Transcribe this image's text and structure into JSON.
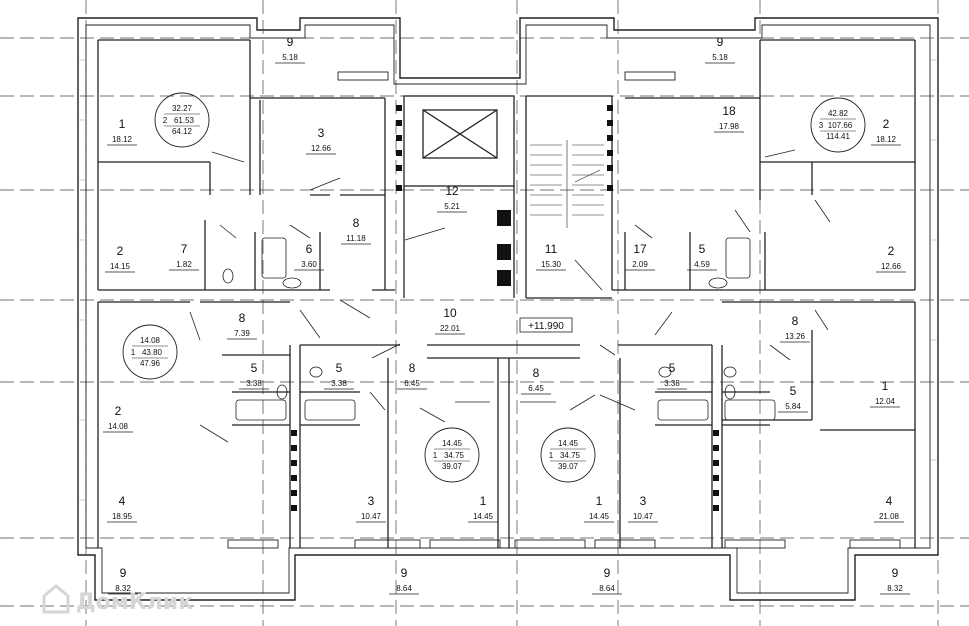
{
  "elevation_mark": "+11.990",
  "watermark": "ДомКлик",
  "rooms": [
    {
      "id": "r9-tl",
      "num": "9",
      "area": "5.18"
    },
    {
      "id": "r9-tr",
      "num": "9",
      "area": "5.18"
    },
    {
      "id": "r1-a",
      "num": "1",
      "area": "18.12"
    },
    {
      "id": "r3-a",
      "num": "3",
      "area": "12.66"
    },
    {
      "id": "r18-b",
      "num": "18",
      "area": "17.98"
    },
    {
      "id": "r2-b",
      "num": "2",
      "area": "18.12"
    },
    {
      "id": "r12",
      "num": "12",
      "area": "5.21"
    },
    {
      "id": "r8-a",
      "num": "8",
      "area": "11.18"
    },
    {
      "id": "r2-a",
      "num": "2",
      "area": "14.15"
    },
    {
      "id": "r7-a",
      "num": "7",
      "area": "1.82"
    },
    {
      "id": "r6-a",
      "num": "6",
      "area": "3.60"
    },
    {
      "id": "r11",
      "num": "11",
      "area": "15.30"
    },
    {
      "id": "r17-b",
      "num": "17",
      "area": "2.09"
    },
    {
      "id": "r5-b",
      "num": "5",
      "area": "4.59"
    },
    {
      "id": "r2-b2",
      "num": "2",
      "area": "12.66"
    },
    {
      "id": "r10",
      "num": "10",
      "area": "22.01"
    },
    {
      "id": "r8-c",
      "num": "8",
      "area": "7.39"
    },
    {
      "id": "r8-g",
      "num": "8",
      "area": "13.26"
    },
    {
      "id": "r5-c1",
      "num": "5",
      "area": "3.38"
    },
    {
      "id": "r5-c2",
      "num": "5",
      "area": "3.38"
    },
    {
      "id": "r8-d",
      "num": "8",
      "area": "6.45"
    },
    {
      "id": "r8-e",
      "num": "8",
      "area": "6.45"
    },
    {
      "id": "r5-f",
      "num": "5",
      "area": "3.38"
    },
    {
      "id": "r5-g",
      "num": "5",
      "area": "5.84"
    },
    {
      "id": "r2-c",
      "num": "2",
      "area": "14.08"
    },
    {
      "id": "r1-g",
      "num": "1",
      "area": "12.04"
    },
    {
      "id": "r4-c",
      "num": "4",
      "area": "18.95"
    },
    {
      "id": "r3-d",
      "num": "3",
      "area": "10.47"
    },
    {
      "id": "r1-d",
      "num": "1",
      "area": "14.45"
    },
    {
      "id": "r1-e",
      "num": "1",
      "area": "14.45"
    },
    {
      "id": "r3-e",
      "num": "3",
      "area": "10.47"
    },
    {
      "id": "r4-g",
      "num": "4",
      "area": "21.08"
    },
    {
      "id": "r9-b1",
      "num": "9",
      "area": "8.32"
    },
    {
      "id": "r9-b2",
      "num": "9",
      "area": "8.64"
    },
    {
      "id": "r9-b3",
      "num": "9",
      "area": "8.64"
    },
    {
      "id": "r9-b4",
      "num": "9",
      "area": "8.32"
    }
  ],
  "apartments": [
    {
      "id": "apt-a",
      "rooms": "2",
      "living": "32.27",
      "total": "61.53",
      "total_b": "64.12"
    },
    {
      "id": "apt-b",
      "rooms": "3",
      "living": "42.82",
      "total": "107.66",
      "total_b": "114.41"
    },
    {
      "id": "apt-c",
      "rooms": "1",
      "living": "14.08",
      "total": "43.80",
      "total_b": "47.96"
    },
    {
      "id": "apt-d",
      "rooms": "1",
      "living": "14.45",
      "total": "34.75",
      "total_b": "39.07"
    },
    {
      "id": "apt-e",
      "rooms": "1",
      "living": "14.45",
      "total": "34.75",
      "total_b": "39.07"
    }
  ]
}
